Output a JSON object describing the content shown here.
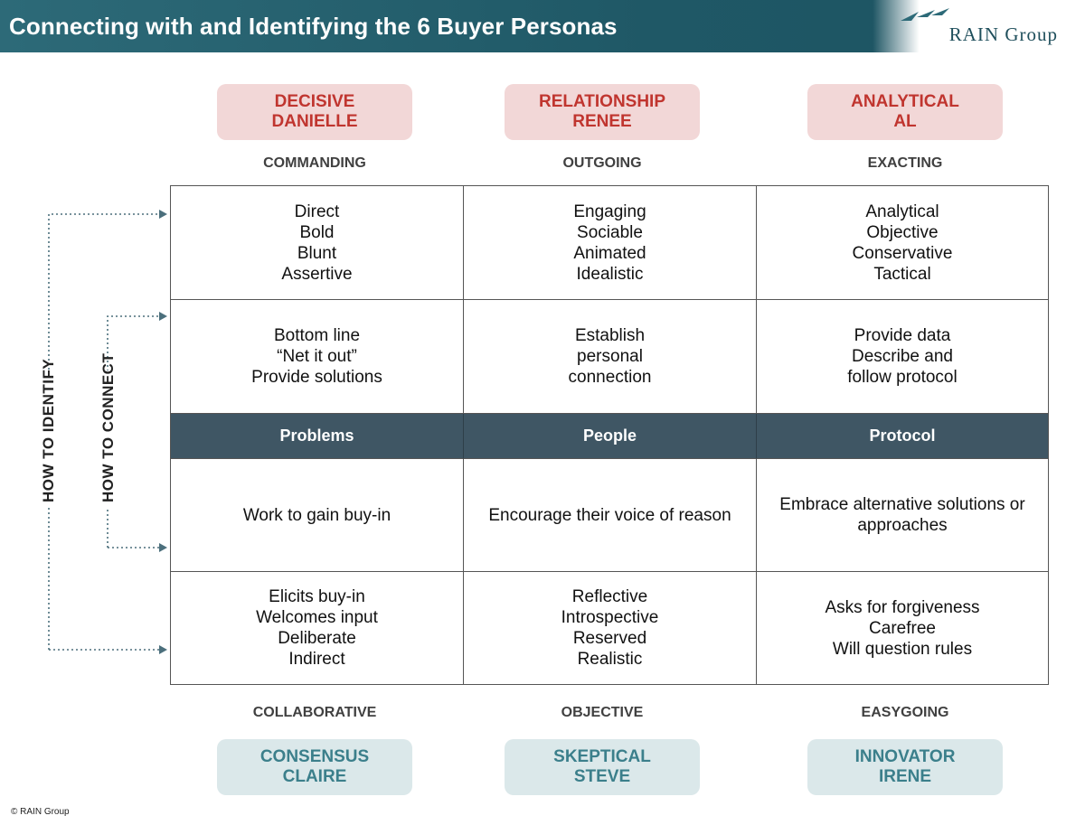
{
  "header": {
    "title": "Connecting with and Identifying the 6 Buyer Personas",
    "logo_text": "RAIN Group"
  },
  "personas_top": [
    {
      "name": "DECISIVE\nDANIELLE",
      "trait": "COMMANDING"
    },
    {
      "name": "RELATIONSHIP\nRENEE",
      "trait": "OUTGOING"
    },
    {
      "name": "ANALYTICAL\nAL",
      "trait": "EXACTING"
    }
  ],
  "personas_bottom": [
    {
      "name": "CONSENSUS\nCLAIRE",
      "trait": "COLLABORATIVE"
    },
    {
      "name": "SKEPTICAL\nSTEVE",
      "trait": "OBJECTIVE"
    },
    {
      "name": "INNOVATOR\nIRENE",
      "trait": "EASYGOING"
    }
  ],
  "grid": {
    "identify_top": [
      "Direct\nBold\nBlunt\nAssertive",
      "Engaging\nSociable\nAnimated\nIdealistic",
      "Analytical\nObjective\nConservative\nTactical"
    ],
    "connect_top": [
      "Bottom line\n“Net it out”\nProvide solutions",
      "Establish\npersonal\nconnection",
      "Provide data\nDescribe and\nfollow protocol"
    ],
    "band": [
      "Problems",
      "People",
      "Protocol"
    ],
    "connect_bottom": [
      "Work to gain buy-in",
      "Encourage their voice of reason",
      "Embrace alternative solutions or\napproaches"
    ],
    "identify_bottom": [
      "Elicits buy-in\nWelcomes input\nDeliberate\nIndirect",
      "Reflective\nIntrospective\nReserved\nRealistic",
      "Asks for forgiveness\nCarefree\nWill question rules"
    ]
  },
  "side_labels": {
    "identify": "HOW TO IDENTIFY",
    "connect": "HOW TO CONNECT"
  },
  "colors": {
    "header": "#1f5866",
    "top_persona_bg": "#f2d7d7",
    "top_persona_text": "#c0352f",
    "bottom_persona_bg": "#dbe8ea",
    "bottom_persona_text": "#3b7f8b",
    "band_bg": "#3f5664"
  },
  "copyright": "© RAIN Group"
}
